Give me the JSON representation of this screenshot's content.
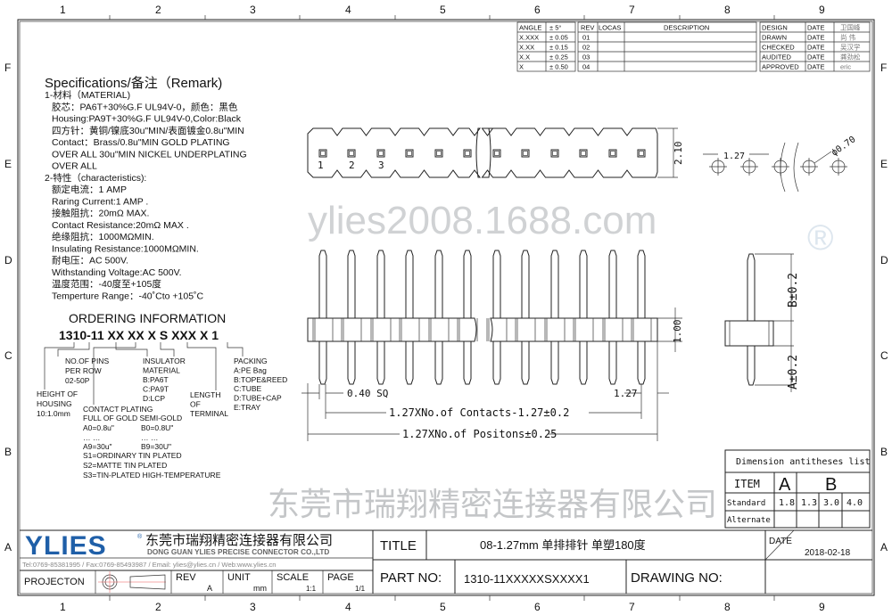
{
  "grid": {
    "columns": [
      "1",
      "2",
      "3",
      "4",
      "5",
      "6",
      "7",
      "8",
      "9"
    ],
    "rows": [
      "F",
      "E",
      "D",
      "C",
      "B",
      "A"
    ]
  },
  "revision_table": {
    "tolerances": [
      [
        "ANGLE",
        "± 5°"
      ],
      [
        "X.XXX",
        "± 0.05"
      ],
      [
        "X.XX",
        "± 0.15"
      ],
      [
        "X.X",
        "± 0.25"
      ],
      [
        "X",
        "± 0.50"
      ]
    ],
    "headers": [
      "REV",
      "LOCAS",
      "DESCRIPTION"
    ],
    "revs": [
      "01",
      "02",
      "03",
      "04"
    ],
    "approvals": [
      {
        "role": "DESIGN",
        "date": "DATE",
        "name": "卫国峰"
      },
      {
        "role": "DRAWN",
        "date": "DATE",
        "name": "尚 伟"
      },
      {
        "role": "CHECKED",
        "date": "DATE",
        "name": "吴汉学"
      },
      {
        "role": "AUDITED",
        "date": "DATE",
        "name": "龚劲松"
      },
      {
        "role": "APPROVED",
        "date": "DATE",
        "name": "eric"
      }
    ]
  },
  "specs": {
    "title": "Specifications/备注（Remark)",
    "lines": [
      "1-材料（MATERIAL)",
      "胶芯：PA6T+30%G.F UL94V-0，颜色：黑色",
      "Housing:PA9T+30%G.F UL94V-0,Color:Black",
      "四方针：黄铜/镍底30u\"MIN/表面镀金0.8u\"MIN",
      "Contact：Brass/0.8u\"MIN GOLD PLATING",
      "OVER ALL 30u\"MIN NICKEL UNDERPLATING",
      "OVER ALL",
      "2-特性（characteristics):",
      "额定电流：1 AMP",
      "Raring Current:1 AMP .",
      "接触阻抗：20mΩ MAX.",
      "Contact Resistance:20mΩ MAX .",
      "绝缘阻抗：1000MΩMIN.",
      "Insulating Resistance:1000MΩMIN.",
      "耐电压：AC 500V.",
      "Withstanding Voltage:AC 500V.",
      "温度范围：-40度至+105度",
      "Temperture Range：-40˚Cto +105˚C"
    ]
  },
  "ordering": {
    "title": "ORDERING INFORMATION",
    "code": "1310-11 XX XX X S XXX X 1",
    "pins": [
      "NO.OF PINS",
      "PER ROW",
      "02-50P"
    ],
    "height": [
      "HEIGHT OF",
      "HOUSING",
      "10:1.0mm"
    ],
    "insulator": [
      "INSULATOR",
      "MATERIAL",
      "B:PA6T",
      "C:PA9T",
      "D:LCP"
    ],
    "plating": [
      "CONTACT PLATING",
      "FULL OF GOLD SEMI-GOLD",
      "A0=0.8u\"",
      "B0=0.8U\"",
      "… …",
      "… …",
      "A9=30u\"",
      "B9=30U\"",
      "S1=ORDINARY TIN PLATED",
      "S2=MATTE TIN PLATED",
      "S3=TIN-PLATED HIGH-TEMPERATURE"
    ],
    "length": [
      "LENGTH",
      "OF",
      "TERMINAL"
    ],
    "packing": [
      "PACKING",
      "A:PE Bag",
      "B:TOPE&REED",
      "C:TUBE",
      "D:TUBE+CAP",
      "E:TRAY"
    ]
  },
  "drawing": {
    "pin_numbers": [
      "1",
      "2",
      "3"
    ],
    "dim_height_top": "2.10",
    "dim_pitch_top": "1.27",
    "dim_hole": "ϕ0.70",
    "dim_housing": "1.00",
    "dim_pin_sq": "0.40 SQ",
    "dim_pitch": "1.27",
    "dim_contacts": "1.27XNo.of Contacts-1.27±0.2",
    "dim_positions": "1.27XNo.of Positons±0.25",
    "dim_b": "B±0.2",
    "dim_a": "A±0.2"
  },
  "dimension_table": {
    "title": "Dimension antitheses list",
    "item": "ITEM",
    "a": "A",
    "b": "B",
    "standard": "Standard",
    "alternate": "Alternate",
    "values": [
      "1.8",
      "1.3",
      "3.0",
      "4.0"
    ]
  },
  "watermarks": {
    "company": "东莞市瑞翔精密连接器有限公司",
    "site": "ylies2008.1688.com"
  },
  "title_block": {
    "logo": "YLIES",
    "company_cn": "东莞市瑞翔精密连接器有限公司",
    "company_en": "DONG GUAN YLIES PRECISE CONNECTOR CO.,LTD",
    "contact": "Tel:0769-85381995 / Fax:0769-85493987 / Email: ylies@ylies.cn / Web:www.ylies.cn",
    "projection": "PROJECTON",
    "rev_label": "REV",
    "rev": "A",
    "unit_label": "UNIT",
    "unit": "mm",
    "scale_label": "SCALE",
    "scale": "1:1",
    "page_label": "PAGE",
    "page": "1/1",
    "title_label": "TITLE",
    "title": "08-1.27mm 单排排针  单塑180度",
    "date_label": "DATE",
    "date": "2018-02-18",
    "part_no_label": "PART NO:",
    "part_no": "1310-11XXXXXSXXXX1",
    "drawing_no_label": "DRAWING NO:",
    "drawing_no": ""
  },
  "colors": {
    "logo_blue": "#1f5fa8",
    "logo_gray": "#8a8d90",
    "watermark": "#c9cccf"
  }
}
